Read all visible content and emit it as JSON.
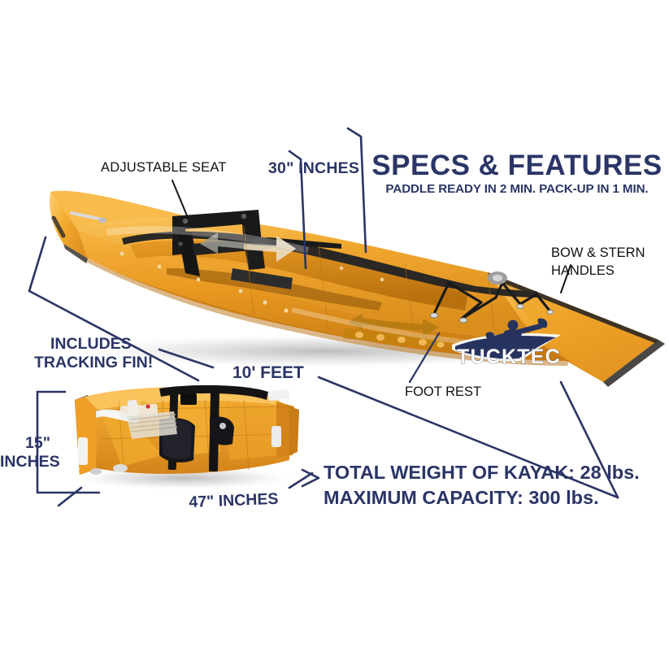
{
  "product": {
    "brand": "TUCKTEC",
    "headline": "SPECS & FEATURES",
    "subheadline": "PADDLE READY IN 2 MIN. PACK-UP IN 1 MIN."
  },
  "colors": {
    "navy": "#2b3566",
    "kayak_orange": "#efa024",
    "kayak_orange_light": "#f7b740",
    "kayak_orange_dark": "#d0821a",
    "trim_dark": "#2a2724",
    "background": "#ffffff",
    "label_black": "#111111"
  },
  "callouts": {
    "adjustable_seat": "ADJUSTABLE SEAT",
    "bow_stern_handles_line1": "BOW & STERN",
    "bow_stern_handles_line2": "HANDLES",
    "foot_rest": "FOOT REST",
    "includes_line1": "INCLUDES",
    "includes_line2": "TRACKING FIN!"
  },
  "dimensions": {
    "width_label": "30\" INCHES",
    "length_label": "10' FEET",
    "folded_height_line1": "15\"",
    "folded_height_line2": "INCHES",
    "folded_length_label": "47\" INCHES"
  },
  "specs": {
    "total_weight": "TOTAL WEIGHT OF KAYAK: 28 lbs.",
    "maximum_capacity": "MAXIMUM CAPACITY: 300 lbs."
  },
  "icons": {
    "seat_adjust_arrow": "double-arrow-icon",
    "foot_rest_arrow": "double-arrow-icon",
    "logo_kayaker": "kayaker-icon"
  }
}
